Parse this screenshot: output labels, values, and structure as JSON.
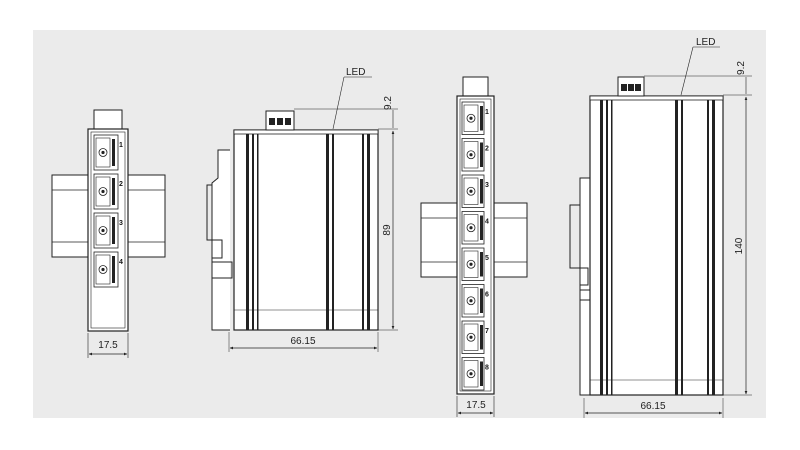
{
  "small_module": {
    "port_numbers": [
      "1",
      "2",
      "3",
      "4"
    ],
    "width_dim": "17.5",
    "depth_dim": "66.15",
    "height_dim": "89",
    "led_offset_dim": "9.2",
    "led_label": "LED"
  },
  "large_module": {
    "port_numbers": [
      "1",
      "2",
      "3",
      "4",
      "5",
      "6",
      "7",
      "8"
    ],
    "width_dim": "17.5",
    "depth_dim": "66.15",
    "height_dim": "140",
    "led_offset_dim": "9.2",
    "led_label": "LED"
  },
  "colors": {
    "background": "#ebebeb",
    "line": "#222222",
    "fill": "#ffffff",
    "dark": "#111111"
  }
}
